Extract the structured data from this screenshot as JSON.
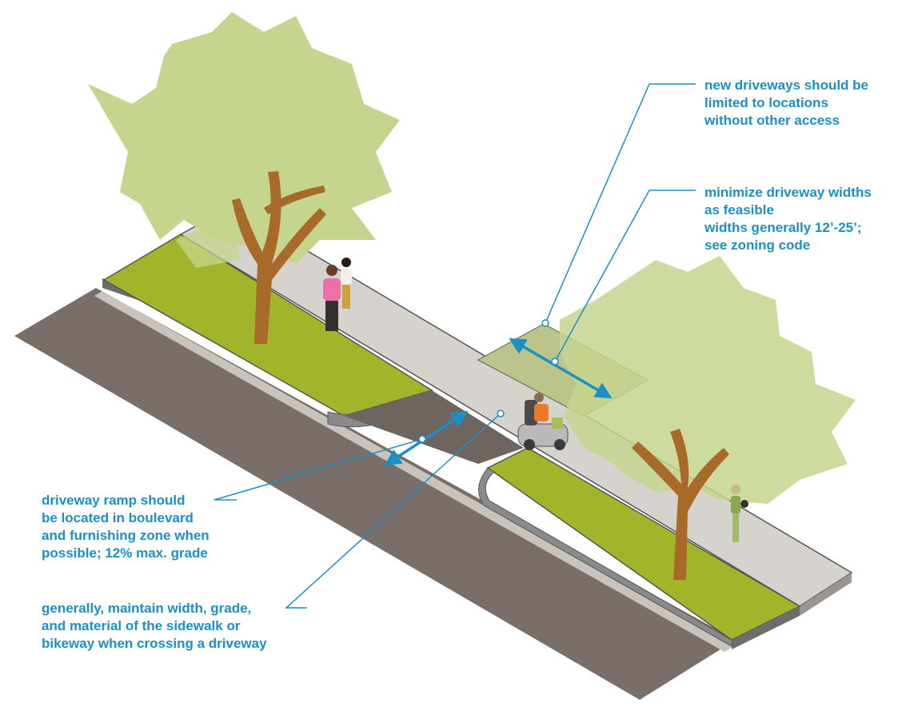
{
  "callouts": {
    "new_driveways": {
      "lines": [
        "new driveways should be",
        "limited to locations",
        "without other access"
      ]
    },
    "minimize_width": {
      "lines": [
        "minimize driveway widths",
        "as feasible",
        "widths generally 12’-25’;",
        "see zoning code"
      ]
    },
    "ramp_location": {
      "lines": [
        "driveway ramp should",
        "be located in boulevard",
        "and furnishing zone when",
        "possible; 12% max. grade"
      ]
    },
    "maintain_sidewalk": {
      "lines": [
        "generally, maintain width, grade,",
        "and material of the sidewalk or",
        "bikeway when crossing a driveway"
      ]
    }
  },
  "colors": {
    "callout_text": "#1c8fc4",
    "leader_line": "#1c8fc4",
    "road": "#7a6e6a",
    "sidewalk": "#d6d3cf",
    "boulevard_grass": "#a2b52a",
    "tree_canopy": "#c5d58e",
    "tree_trunk": "#a86a28",
    "curb_edge": "#555555"
  },
  "icons": [
    "tree-icon",
    "pedestrian-icon",
    "mobility-scooter-icon",
    "dimension-arrow-icon"
  ]
}
